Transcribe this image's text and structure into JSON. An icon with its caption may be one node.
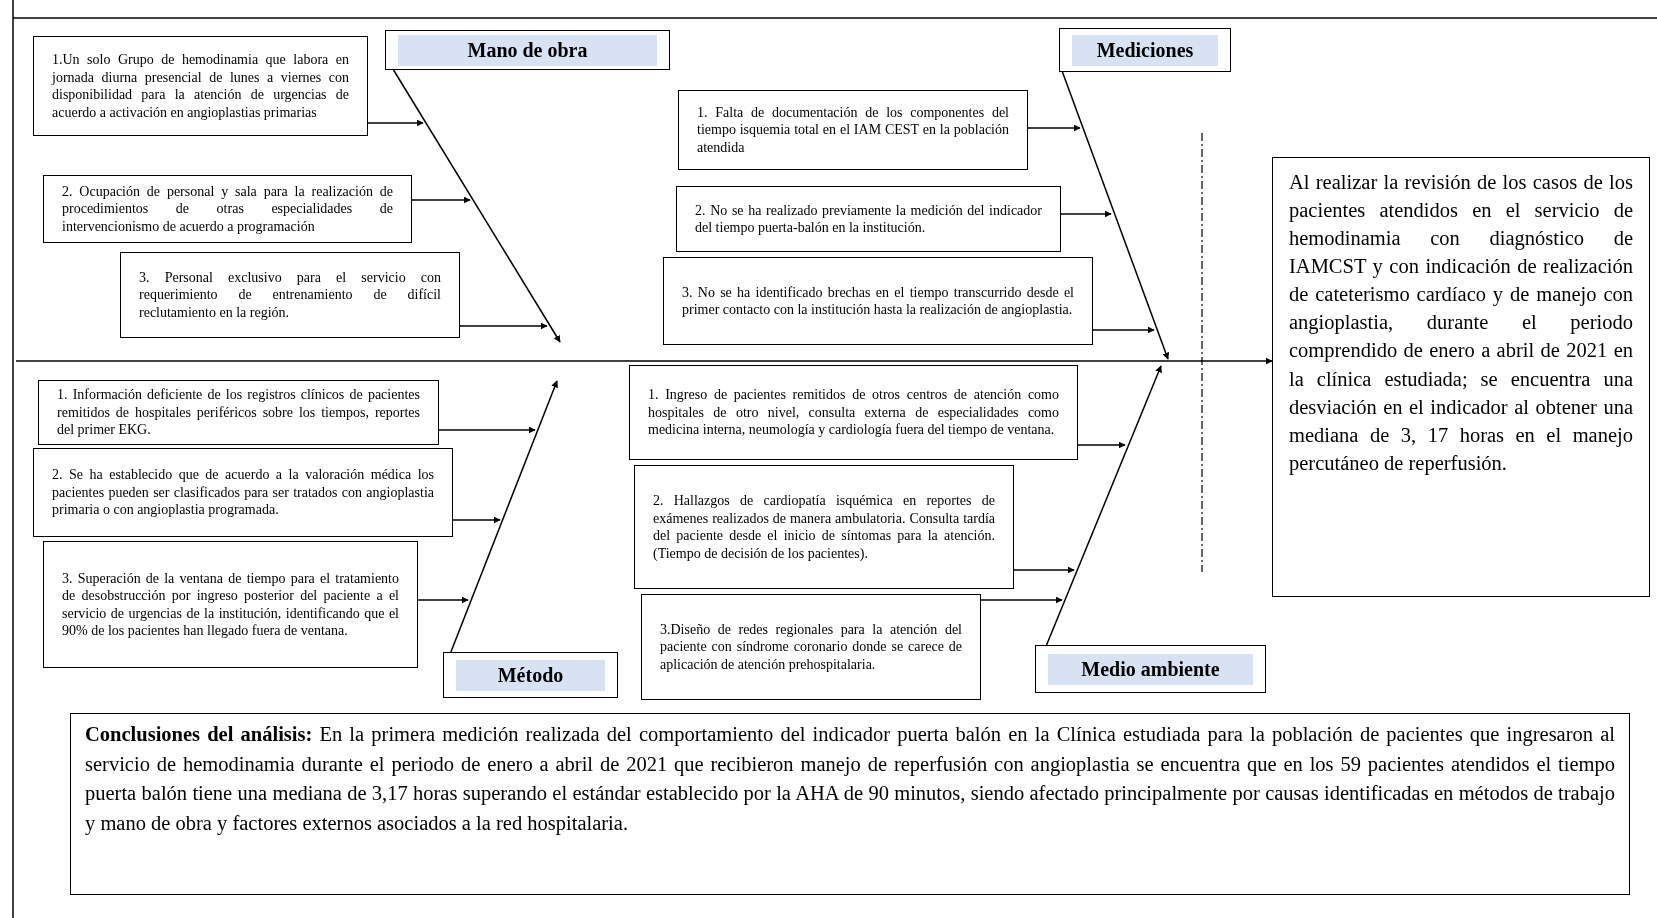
{
  "diagram": {
    "nodes": [
      {
        "text": [
          "Mano de obra"
        ]
      },
      {
        "text": [
          "1.Un solo Grupo de hemodinamia que labora en jornada diurna presencial de lunes a viernes con disponibilidad para la atención de urgencias de acuerdo a activación en angioplastias primarias"
        ]
      },
      {
        "text": [
          "2. Ocupación de personal y sala para la realización de procedimientos de otras especialidades de intervencionismo de acuerdo a programación"
        ]
      },
      {
        "text": [
          "3. Personal exclusivo para el servicio con requerimiento de entrenamiento de difícil reclutamiento en la región."
        ]
      },
      {
        "text": [
          "Mediciones"
        ]
      },
      {
        "text": [
          "1. Falta de documentación de los componentes del tiempo isquemia total en el IAM CEST en la población atendida"
        ]
      },
      {
        "text": [
          "2. No se ha realizado previamente la medición del indicador del tiempo puerta-balón en la institución."
        ]
      },
      {
        "text": [
          "3. No se ha identificado brechas en el tiempo transcurrido desde el primer contacto con la institución hasta la realización de angioplastia."
        ]
      },
      {
        "text": [
          "Método"
        ]
      },
      {
        "text": [
          "1. Información deficiente de los registros clínicos de pacientes remitidos de hospitales periféricos sobre los tiempos, reportes del primer EKG."
        ]
      },
      {
        "text": [
          "2. Se ha establecido que de acuerdo a la valoración médica los pacientes pueden ser clasificados para ser tratados con angioplastia primaria o con angioplastia programada."
        ]
      },
      {
        "text": [
          "3. Superación de la ventana de tiempo para el tratamiento de desobstrucción por ingreso posterior del paciente a el servicio de urgencias de la institución, identificando que el 90% de los pacientes han llegado fuera de ventana."
        ]
      },
      {
        "text": [
          "Medio ambiente"
        ]
      },
      {
        "text": [
          "1. Ingreso de pacientes remitidos de otros centros de atención como hospitales de otro nivel, consulta externa de especialidades como medicina interna, neumología y cardiología fuera del tiempo de ventana."
        ]
      },
      {
        "text": [
          "2. Hallazgos de cardiopatía isquémica en reportes de exámenes realizados de manera ambulatoria. Consulta tardía del paciente desde el inicio de síntomas para la atención. (Tiempo de decisión de los pacientes)."
        ]
      },
      {
        "text": [
          "3.Diseño de redes regionales para la atención del paciente con síndrome coronario donde se carece de aplicación de atención prehospitalaria."
        ]
      },
      {
        "text": [
          "Al realizar la revisión de los casos de los pacientes atendidos en el servicio de hemodinamia con diagnóstico de IAMCST y con indicación de realización de cateterismo cardíaco y de manejo con angioplastia, durante el periodo comprendido de enero a abril de 2021 en la clínica estudiada; se encuentra una desviación en el indicador al obtener una mediana de 3, 17 horas en el manejo percutáneo de reperfusión."
        ]
      },
      {
        "text": [
          "**Conclusiones del análisis:** En la primera medición realizada del comportamiento del indicador puerta balón en la Clínica estudiada para la población de pacientes que ingresaron al servicio de hemodinamia durante el periodo de enero a abril de 2021 que recibieron manejo de reperfusión con angioplastia se encuentra que en los 59 pacientes atendidos el tiempo puerta balón tiene una mediana de 3,17 horas superando el estándar establecido por la AHA de 90 minutos, siendo afectado principalmente por causas identificadas en métodos de trabajo y mano de obra y factores externos asociados a la red hospitalaria."
        ]
      }
    ],
    "edges": [
      {
        "from": null,
        "to": 16,
        "arrow": "to"
      },
      {
        "from": 0,
        "to": null,
        "arrow": "to"
      },
      {
        "from": 1,
        "to": null,
        "arrow": "to"
      },
      {
        "from": 2,
        "to": null,
        "arrow": "to"
      },
      {
        "from": 3,
        "to": null,
        "arrow": "to"
      },
      {
        "from": 4,
        "to": null,
        "arrow": "to"
      },
      {
        "from": 5,
        "to": null,
        "arrow": "to"
      },
      {
        "from": 6,
        "to": null,
        "arrow": "to"
      },
      {
        "from": 7,
        "to": null,
        "arrow": "to"
      },
      {
        "from": 8,
        "to": null,
        "arrow": "to"
      },
      {
        "from": 9,
        "to": null,
        "arrow": "to"
      },
      {
        "from": 10,
        "to": null,
        "arrow": "to"
      },
      {
        "from": 11,
        "to": null,
        "arrow": "to"
      },
      {
        "from": 12,
        "to": null,
        "arrow": "to"
      },
      {
        "from": 13,
        "to": null,
        "arrow": "to"
      },
      {
        "from": 14,
        "to": null,
        "arrow": "to"
      },
      {
        "from": 15,
        "to": null,
        "arrow": "to"
      }
    ]
  }
}
